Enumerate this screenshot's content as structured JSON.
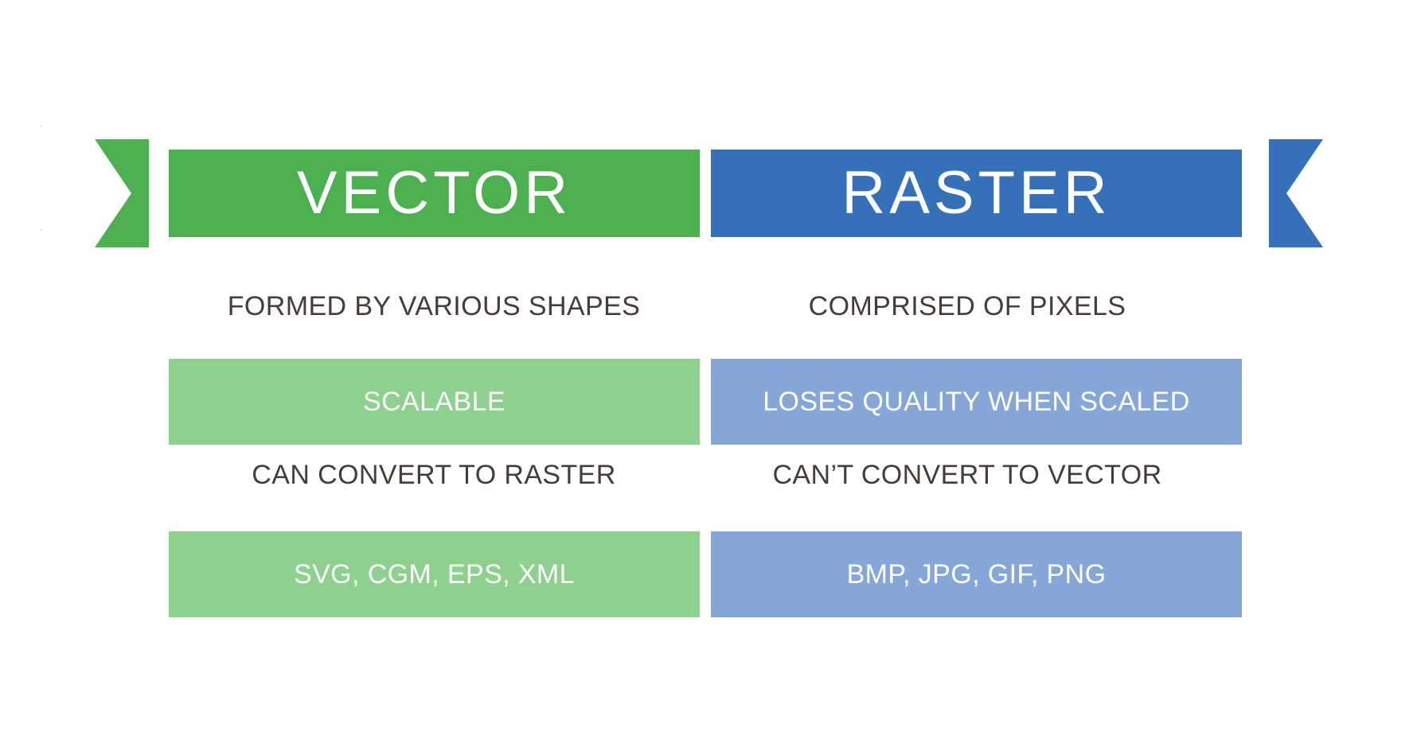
{
  "graphic": {
    "type": "comparison-infographic",
    "background_color": "#ffffff",
    "columns": [
      {
        "key": "vector",
        "title": "VECTOR",
        "header_color": "#4caf50",
        "band_color": "#8ed18e",
        "ribbon_tail_direction": "right-point",
        "rows": [
          {
            "style": "plain",
            "text": "FORMED BY VARIOUS SHAPES"
          },
          {
            "style": "band",
            "text": "SCALABLE"
          },
          {
            "style": "plain",
            "text": "CAN CONVERT TO RASTER"
          },
          {
            "style": "band",
            "text": "SVG, CGM, EPS, XML"
          }
        ]
      },
      {
        "key": "raster",
        "title": "RASTER",
        "header_color": "#3570b8",
        "band_color": "#87a6d8",
        "ribbon_tail_direction": "left-point",
        "rows": [
          {
            "style": "plain",
            "text": "COMPRISED OF PIXELS"
          },
          {
            "style": "band",
            "text": "LOSES QUALITY WHEN SCALED"
          },
          {
            "style": "plain",
            "text": "CAN’T CONVERT TO VECTOR"
          },
          {
            "style": "band",
            "text": "BMP, JPG, GIF, PNG"
          }
        ]
      }
    ],
    "text_colors": {
      "header_title": "#ffffff",
      "plain_row": "#463d3a",
      "band_row": "#ffffff"
    }
  }
}
